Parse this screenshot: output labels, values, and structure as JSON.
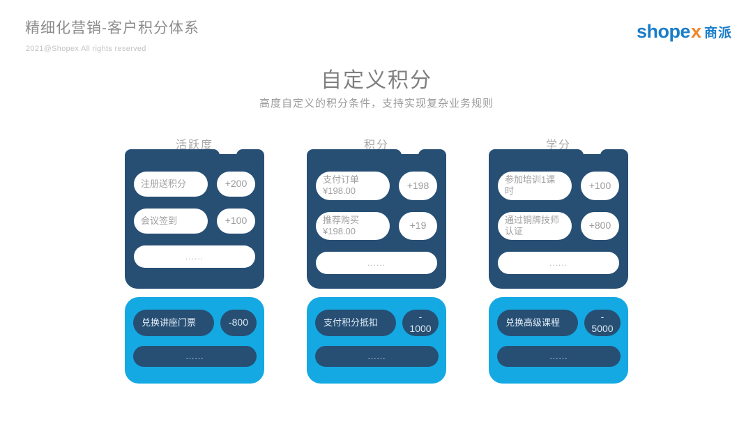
{
  "header": {
    "title": "精细化营销-客户积分体系",
    "copyright": "2021@Shopex All rights reserved",
    "logo": {
      "latin": "shope",
      "x": "x",
      "cn": "商派"
    }
  },
  "main": {
    "heading": "自定义积分",
    "subheading": "高度自定义的积分条件，支持实现复杂业务规则"
  },
  "colors": {
    "earn_card_navy": "#274f74",
    "spend_card_cyan": "#14a9e3",
    "logo_blue": "#1a7dc9",
    "logo_orange": "#f08728",
    "text_gray": "#9b9b9b"
  },
  "columns": [
    {
      "title": "活跃度",
      "earn": [
        {
          "label": "注册送积分",
          "value": "+200"
        },
        {
          "label": "会议签到",
          "value": "+100"
        }
      ],
      "earn_more": "......",
      "spend": [
        {
          "label": "兑换讲座门票",
          "value": "-800"
        }
      ],
      "spend_more": "......"
    },
    {
      "title": "积分",
      "earn": [
        {
          "label": "支付订单\n¥198.00",
          "value": "+198"
        },
        {
          "label": "推荐购买\n¥198.00",
          "value": "+19"
        }
      ],
      "earn_more": "......",
      "spend": [
        {
          "label": "支付积分抵扣",
          "value": "-\n1000"
        }
      ],
      "spend_more": "......"
    },
    {
      "title": "学分",
      "earn": [
        {
          "label": "参加培训1课\n时",
          "value": "+100"
        },
        {
          "label": "通过铜牌技师\n认证",
          "value": "+800"
        }
      ],
      "earn_more": "......",
      "spend": [
        {
          "label": "兑换高级课程",
          "value": "-\n5000"
        }
      ],
      "spend_more": "......"
    }
  ]
}
